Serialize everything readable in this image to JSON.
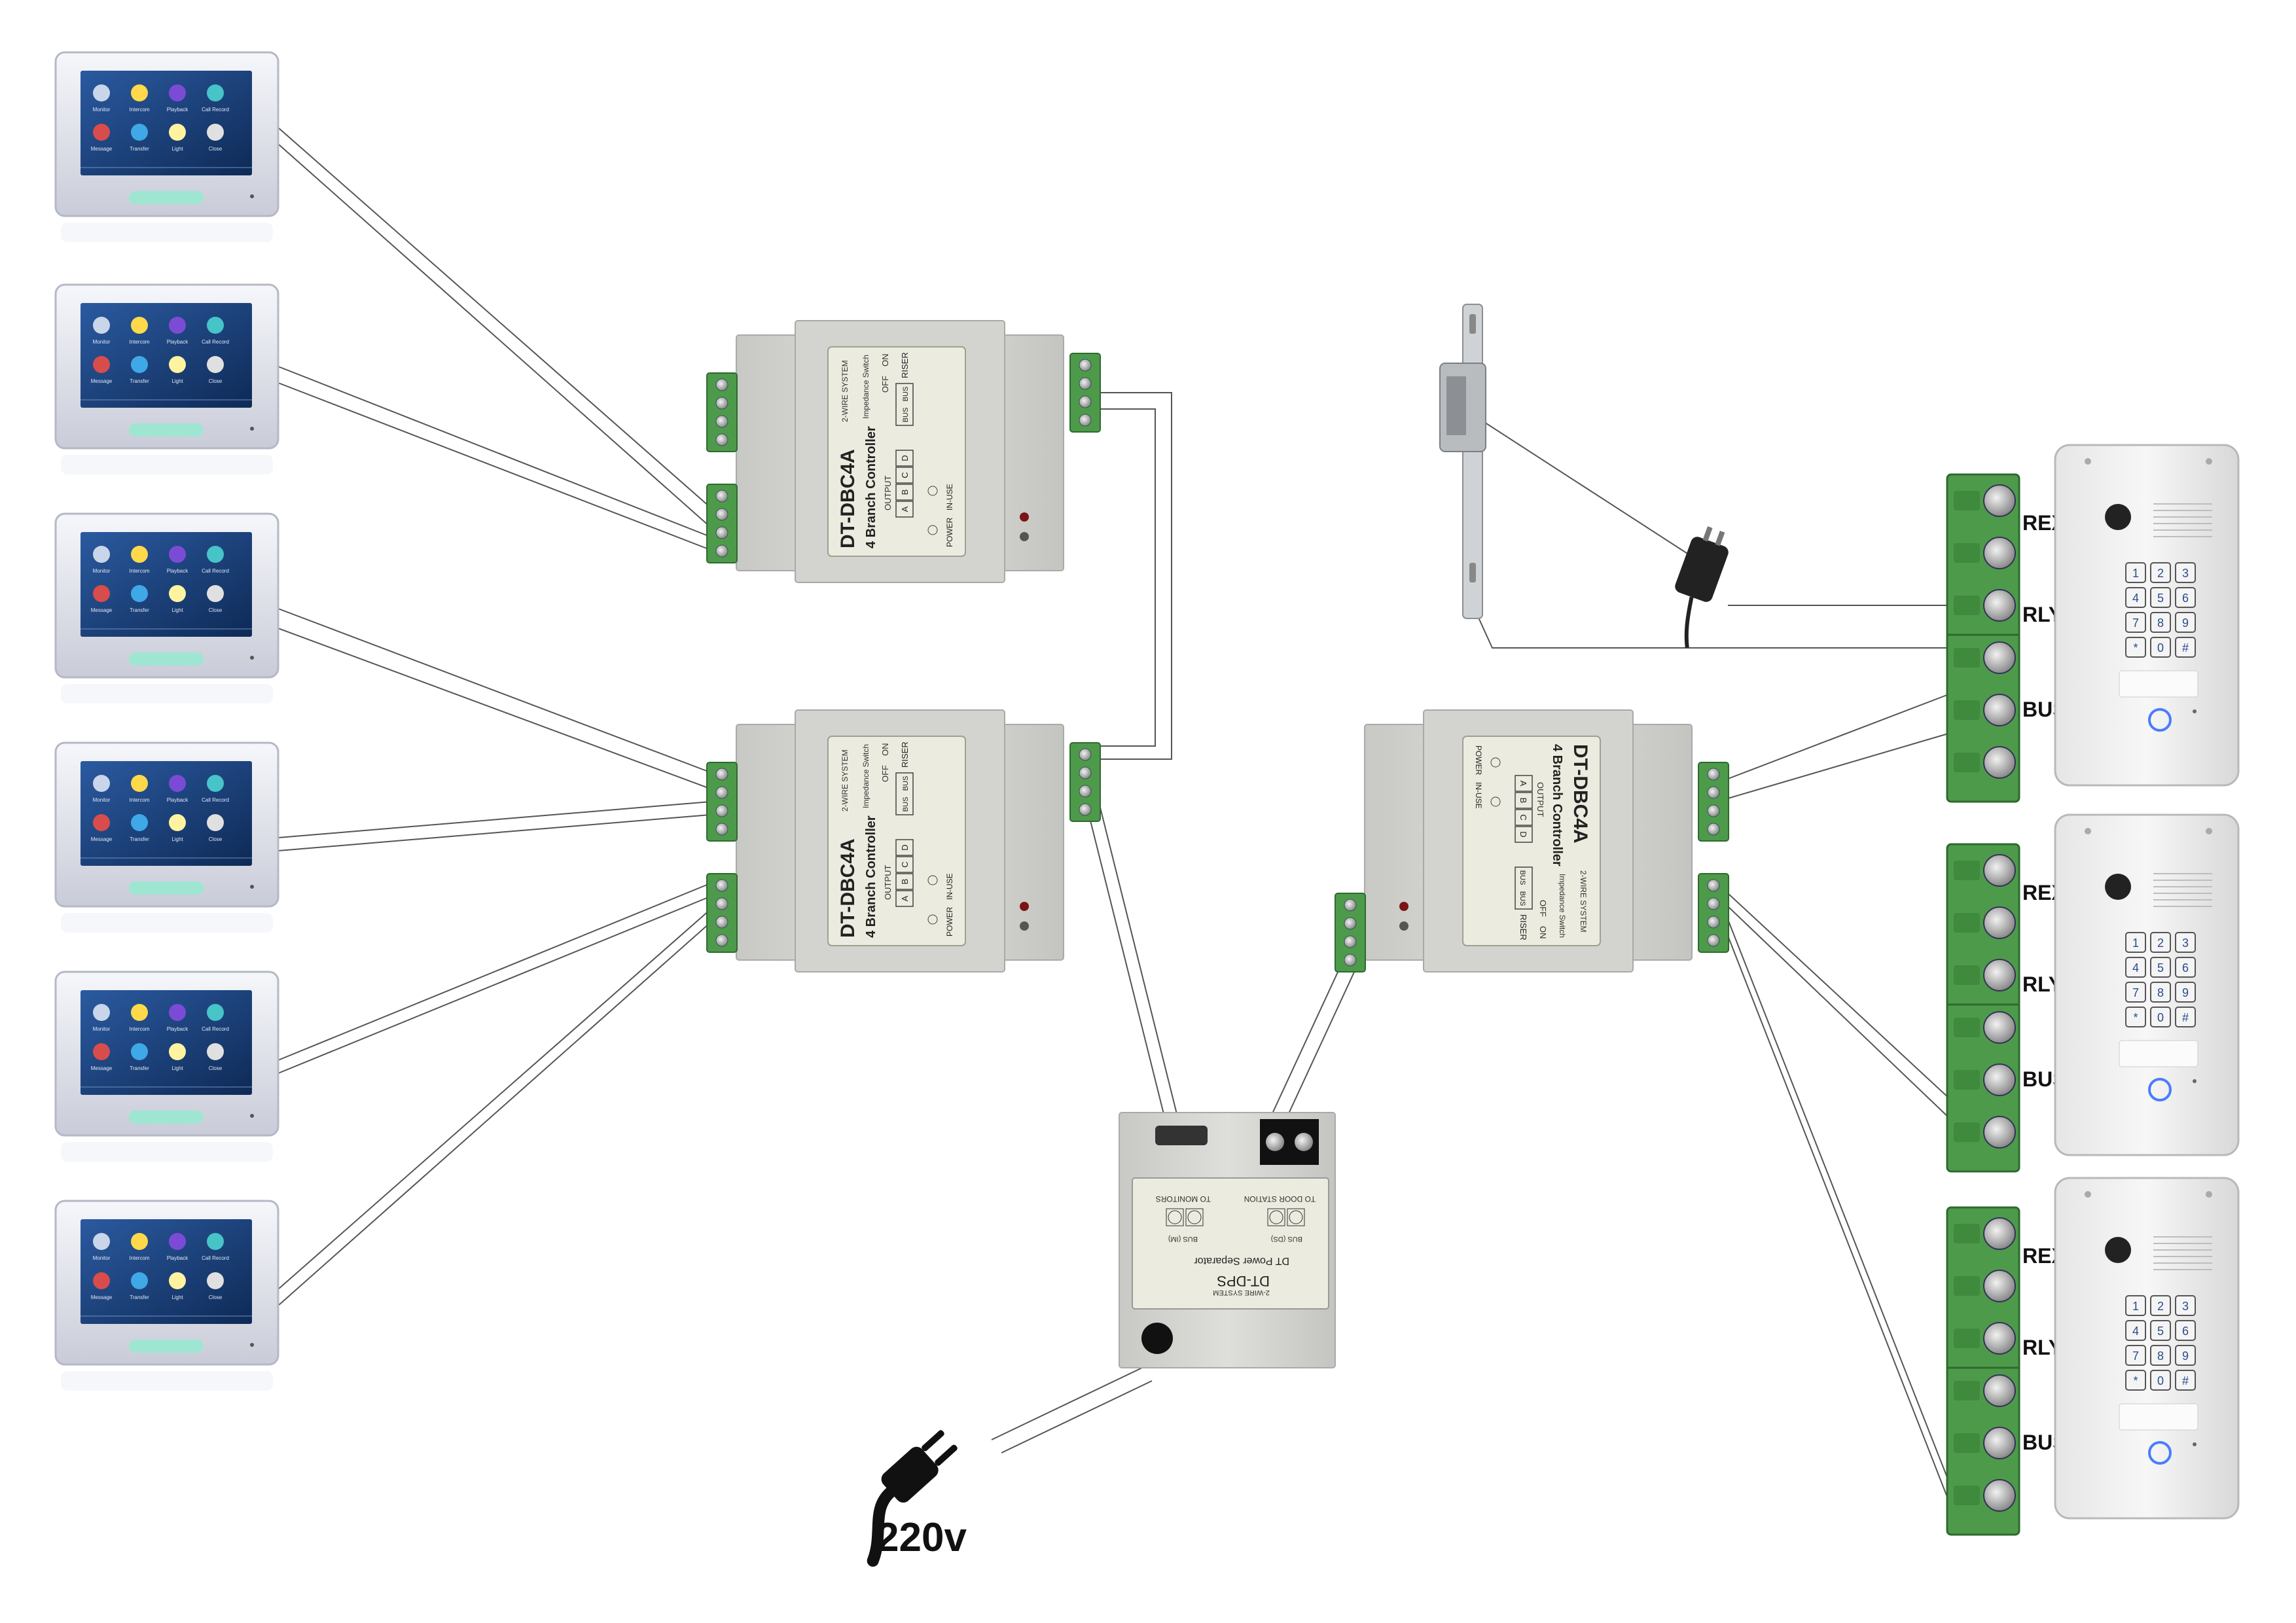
{
  "monitors": {
    "count": 6,
    "app_labels": [
      "Monitor",
      "Intercom",
      "Playback",
      "Call Record",
      "Message",
      "Transfer",
      "Light",
      "Close"
    ]
  },
  "branch_controller": {
    "model": "DT-DBC4A",
    "name": "4 Branch Controller",
    "system": "2-WIRE SYSTEM",
    "impedance": "Impedance Switch",
    "on": "ON",
    "off": "OFF",
    "output": "OUTPUT",
    "ports": [
      "A",
      "B",
      "C",
      "D"
    ],
    "bus_a": "BUS",
    "bus_b": "BUS",
    "riser": "RISER",
    "power": "POWER",
    "in_use": "IN-USE"
  },
  "power_separator": {
    "model": "DT-DPS",
    "name": "DT Power Separator",
    "system": "2-WIRE SYSTEM",
    "to_door": "TO DOOR STATION",
    "to_monitors": "TO MONITORS",
    "bus_ds": "BUS (DS)",
    "bus_im": "BUS (IM)"
  },
  "power_input": {
    "label": "220v",
    "icon": "power-plug-icon"
  },
  "door_station": {
    "count": 3,
    "terminal_labels": {
      "rex": "REX",
      "rly": "RLY",
      "bus": "BUS"
    },
    "keys": [
      "1",
      "2",
      "3",
      "4",
      "5",
      "6",
      "7",
      "8",
      "9",
      "*",
      "0",
      "#"
    ]
  },
  "electric_lock": {
    "icon": "electric-strike-lock-icon"
  },
  "power_adapter": {
    "icon": "power-adapter-icon"
  },
  "colors": {
    "terminal_green": "#4e9a4b",
    "housing_grey": "#d9dad6",
    "label_plate": "#ebebdf",
    "monitor_screen": "#163a6e",
    "wire": "#555555"
  }
}
